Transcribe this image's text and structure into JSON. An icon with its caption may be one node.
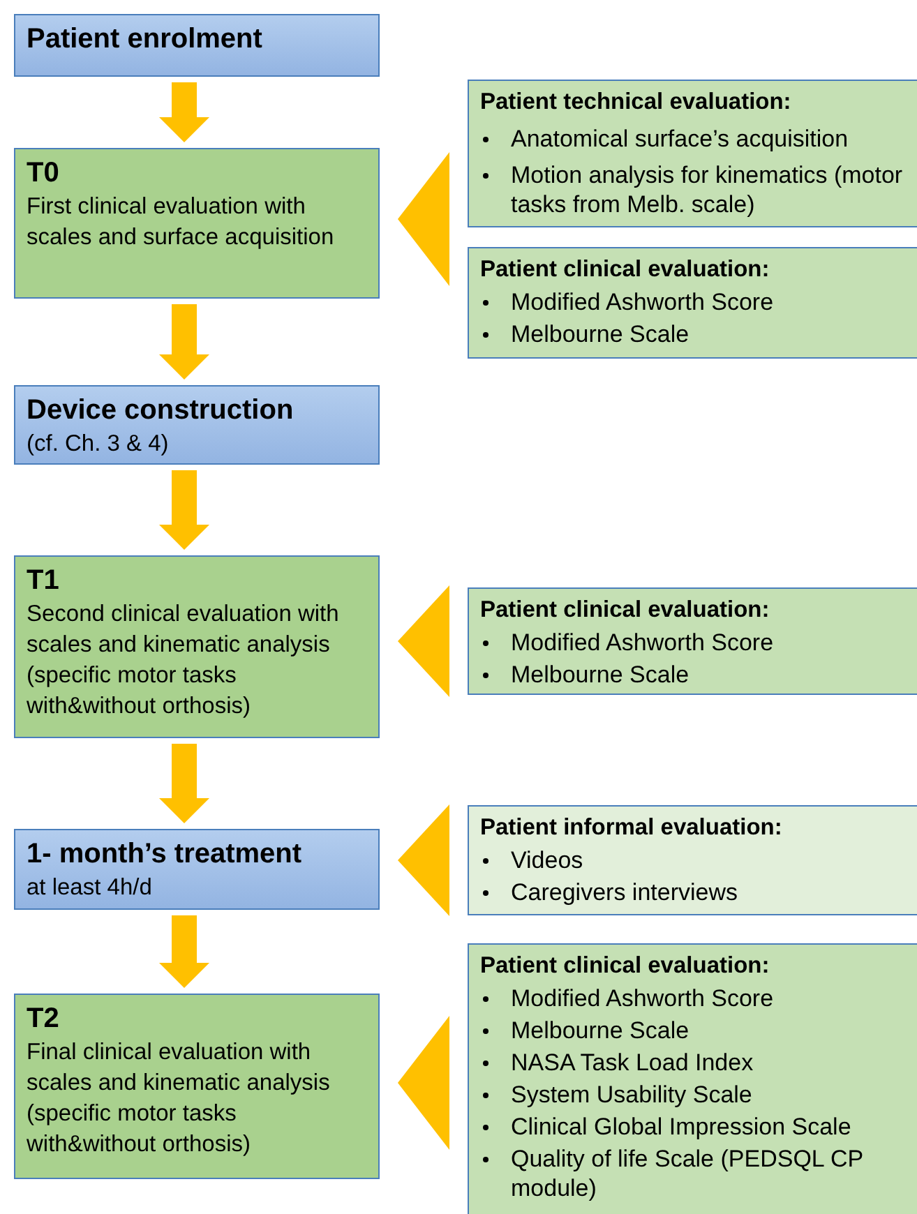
{
  "diagram": {
    "nodes": [
      {
        "text": [
          "Patient enrolment"
        ]
      },
      {
        "text": [
          "T0",
          "First clinical evaluation with scales and surface acquisition"
        ]
      },
      {
        "text": [
          "Patient technical evaluation:",
          "Anatomical surface’s acquisition",
          "Motion analysis for kinematics (motor tasks from Melb. scale)"
        ]
      },
      {
        "text": [
          "Patient clinical evaluation:",
          "Modified Ashworth Score",
          "Melbourne Scale"
        ]
      },
      {
        "text": [
          "Device construction",
          "(cf. Ch. 3 & 4)"
        ]
      },
      {
        "text": [
          "T1",
          "Second clinical evaluation with scales and kinematic analysis (specific motor tasks with&without orthosis)"
        ]
      },
      {
        "text": [
          "Patient clinical evaluation:",
          "Modified Ashworth Score",
          "Melbourne Scale"
        ]
      },
      {
        "text": [
          "1- month’s treatment",
          "at least 4h/d"
        ]
      },
      {
        "text": [
          "Patient informal evaluation:",
          "Videos",
          "Caregivers interviews"
        ]
      },
      {
        "text": [
          "T2",
          "Final clinical evaluation with scales and kinematic analysis (specific motor tasks with&without orthosis)"
        ]
      },
      {
        "text": [
          "Patient clinical evaluation:",
          "Modified Ashworth Score",
          "Melbourne Scale",
          "NASA Task Load Index",
          "System Usability Scale",
          "Clinical Global Impression Scale",
          "Quality of life Scale (PEDSQL CP module)"
        ]
      }
    ],
    "edges": [
      {
        "from": 0,
        "to": 1,
        "arrow": "to"
      },
      {
        "from": 2,
        "to": 1,
        "arrow": "to"
      },
      {
        "from": 3,
        "to": 1,
        "arrow": "to"
      },
      {
        "from": 1,
        "to": 4,
        "arrow": "to"
      },
      {
        "from": 4,
        "to": 5,
        "arrow": "to"
      },
      {
        "from": 6,
        "to": 5,
        "arrow": "to"
      },
      {
        "from": 5,
        "to": 7,
        "arrow": "to"
      },
      {
        "from": 8,
        "to": 7,
        "arrow": "to"
      },
      {
        "from": 7,
        "to": 9,
        "arrow": "to"
      },
      {
        "from": 10,
        "to": 9,
        "arrow": "to"
      }
    ]
  }
}
